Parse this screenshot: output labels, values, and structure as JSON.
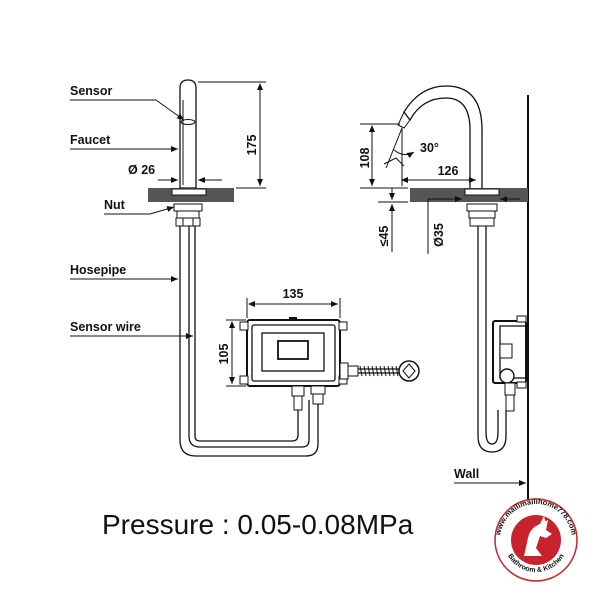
{
  "labels": {
    "sensor": "Sensor",
    "faucet": "Faucet",
    "nut": "Nut",
    "hosepipe": "Hosepipe",
    "sensor_wire": "Sensor wire",
    "wall": "Wall"
  },
  "dimensions": {
    "height_175": "175",
    "dia_26": "Ø 26",
    "width_135": "135",
    "height_105": "105",
    "height_108": "108",
    "angle_30": "30°",
    "reach_126": "126",
    "max_45": "≤45",
    "dia_35": "Ø35"
  },
  "pressure": "Pressure : 0.05-0.08MPa",
  "logo": {
    "url_text": "www.mailimailihome778.com",
    "tagline": "Bathroom & Kitchen",
    "color": "#c8232c"
  },
  "colors": {
    "line": "#111111",
    "nut_fill": "#555555"
  }
}
